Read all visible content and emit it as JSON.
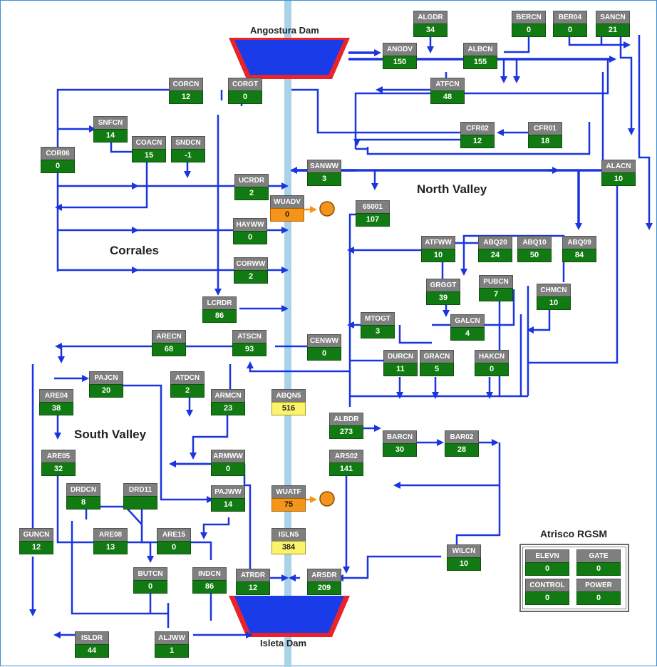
{
  "dams": {
    "top_label": "Angostura Dam",
    "bottom_label": "Isleta Dam"
  },
  "regions": {
    "north_valley": "North Valley",
    "corrales": "Corrales",
    "south_valley": "South Valley"
  },
  "legend": {
    "title": "Atrisco RGSM",
    "elevn": {
      "label": "ELEVN",
      "value": "0"
    },
    "gate": {
      "label": "GATE",
      "value": "0"
    },
    "control": {
      "label": "CONTROL",
      "value": "0"
    },
    "power": {
      "label": "POWER",
      "value": "0"
    }
  },
  "colors": {
    "river": "#a9d3e8",
    "flow_line": "#1a35e0",
    "node_label_bg": "#7f7f7f",
    "node_value_bg": "#127a12",
    "pump_orange": "#f3951a",
    "gauge_yellow": "#fbf36b",
    "dam_blue": "#1a3be8",
    "dam_red": "#e8242a"
  },
  "nodes": [
    {
      "label": "ALGDR",
      "value": "34"
    },
    {
      "label": "BERCN",
      "value": "0"
    },
    {
      "label": "BER04",
      "value": "0"
    },
    {
      "label": "SANCN",
      "value": "21"
    },
    {
      "label": "ANGDV",
      "value": "150"
    },
    {
      "label": "ALBCN",
      "value": "155"
    },
    {
      "label": "CORCN",
      "value": "12"
    },
    {
      "label": "CORGT",
      "value": "0"
    },
    {
      "label": "ATFCN",
      "value": "48"
    },
    {
      "label": "SNFCN",
      "value": "14"
    },
    {
      "label": "CFR02",
      "value": "12"
    },
    {
      "label": "CFR01",
      "value": "18"
    },
    {
      "label": "COR06",
      "value": "0"
    },
    {
      "label": "COACN",
      "value": "15"
    },
    {
      "label": "SNDCN",
      "value": "-1"
    },
    {
      "label": "SANWW",
      "value": "3"
    },
    {
      "label": "ALACN",
      "value": "10"
    },
    {
      "label": "UCRDR",
      "value": "2"
    },
    {
      "label": "WUADV",
      "value": "0"
    },
    {
      "label": "65001",
      "value": "107"
    },
    {
      "label": "HAYWW",
      "value": "0"
    },
    {
      "label": "ATFWW",
      "value": "10"
    },
    {
      "label": "ABQ20",
      "value": "24"
    },
    {
      "label": "ABQ10",
      "value": "50"
    },
    {
      "label": "ABQ09",
      "value": "84"
    },
    {
      "label": "CORWW",
      "value": "2"
    },
    {
      "label": "PUBCN",
      "value": "7"
    },
    {
      "label": "GRGGT",
      "value": "39"
    },
    {
      "label": "CHMCN",
      "value": "10"
    },
    {
      "label": "LCRDR",
      "value": "86"
    },
    {
      "label": "MTOGT",
      "value": "3"
    },
    {
      "label": "GALCN",
      "value": "4"
    },
    {
      "label": "ARECN",
      "value": "68"
    },
    {
      "label": "ATSCN",
      "value": "93"
    },
    {
      "label": "CENWW",
      "value": "0"
    },
    {
      "label": "DURCN",
      "value": "11"
    },
    {
      "label": "GRACN",
      "value": "5"
    },
    {
      "label": "HAKCN",
      "value": "0"
    },
    {
      "label": "PAJCN",
      "value": "20"
    },
    {
      "label": "ATDCN",
      "value": "2"
    },
    {
      "label": "ABQN5",
      "value": "516"
    },
    {
      "label": "ARE04",
      "value": "38"
    },
    {
      "label": "ARMCN",
      "value": "23"
    },
    {
      "label": "ALBDR",
      "value": "273"
    },
    {
      "label": "BARCN",
      "value": "30"
    },
    {
      "label": "BAR02",
      "value": "28"
    },
    {
      "label": "ARE05",
      "value": "32"
    },
    {
      "label": "ARMWW",
      "value": "0"
    },
    {
      "label": "ARS02",
      "value": "141"
    },
    {
      "label": "DRDCN",
      "value": "8"
    },
    {
      "label": "DRD11",
      "value": ""
    },
    {
      "label": "WUATF",
      "value": "75"
    },
    {
      "label": "PAJWW",
      "value": "14"
    },
    {
      "label": "GUNCN",
      "value": "12"
    },
    {
      "label": "ARE08",
      "value": "13"
    },
    {
      "label": "ARE15",
      "value": "0"
    },
    {
      "label": "ISLN5",
      "value": "384"
    },
    {
      "label": "WILCN",
      "value": "10"
    },
    {
      "label": "BUTCN",
      "value": "0"
    },
    {
      "label": "INDCN",
      "value": "86"
    },
    {
      "label": "ATRDR",
      "value": "12"
    },
    {
      "label": "ARSDR",
      "value": "209"
    },
    {
      "label": "ISLDR",
      "value": "44"
    },
    {
      "label": "ALJWW",
      "value": "1"
    }
  ]
}
